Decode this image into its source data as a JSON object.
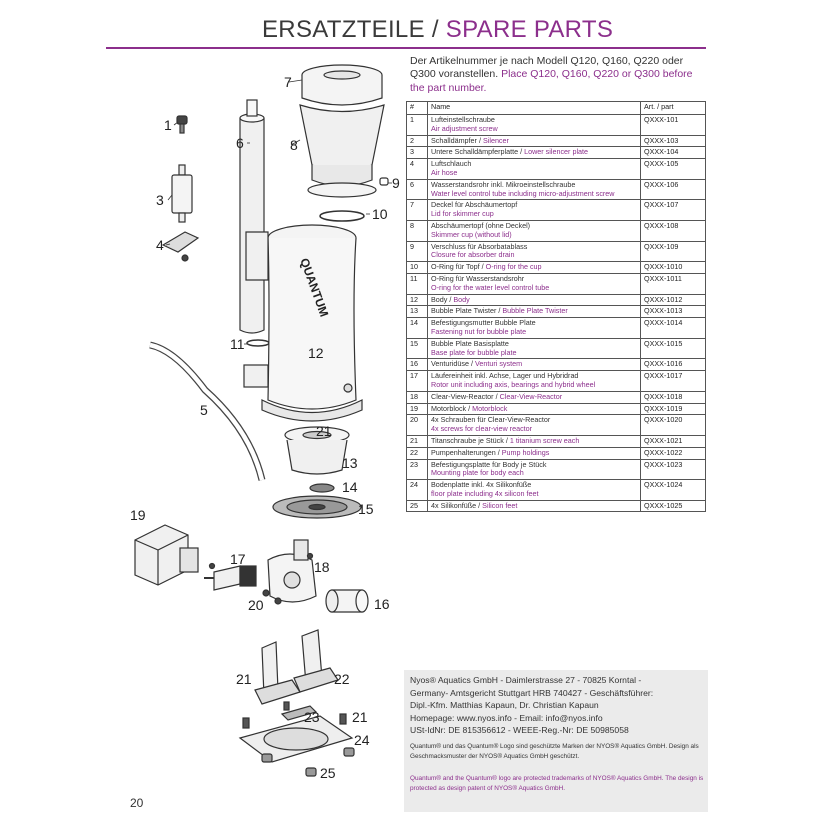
{
  "header": {
    "title_de": "ERSATZTEILE",
    "title_sep": " / ",
    "title_en": "SPARE PARTS"
  },
  "intro": {
    "de": "Der Artikelnummer je nach Modell Q120, Q160, Q220 oder Q300 voranstellen.",
    "en": "Place Q120, Q160, Q220 or Q300 before the part number."
  },
  "table": {
    "headers": {
      "num": "#",
      "name": "Name",
      "art": "Art. / part"
    },
    "rows": [
      {
        "num": "1",
        "de": "Lufteinstellschraube",
        "en": "Air adjustment screw",
        "inline": false,
        "art": "QXXX-101"
      },
      {
        "num": "2",
        "de": "Schalldämpfer",
        "en": "Silencer",
        "inline": true,
        "art": "QXXX-103"
      },
      {
        "num": "3",
        "de": "Untere Schalldämpferplatte",
        "en": "Lower silencer plate",
        "inline": true,
        "art": "QXXX-104"
      },
      {
        "num": "4",
        "de": "Luftschlauch",
        "en": "Air hose",
        "inline": false,
        "art": "QXXX-105"
      },
      {
        "num": "6",
        "de": "Wasserstandsrohr inkl. Mikroeinstellschraube",
        "en": "Water level control tube including micro-adjustment screw",
        "inline": false,
        "art": "QXXX-106"
      },
      {
        "num": "7",
        "de": "Deckel für Abschäumertopf",
        "en": "Lid for skimmer cup",
        "inline": false,
        "art": "QXXX-107"
      },
      {
        "num": "8",
        "de": "Abschäumertopf (ohne Deckel)",
        "en": "Skimmer cup (without lid)",
        "inline": false,
        "art": "QXXX-108"
      },
      {
        "num": "9",
        "de": "Verschluss für Absorbatablass",
        "en": "Closure for absorber drain",
        "inline": false,
        "art": "QXXX-109"
      },
      {
        "num": "10",
        "de": "O-Ring für Topf",
        "en": "O-ring for the cup",
        "inline": true,
        "art": "QXXX-1010"
      },
      {
        "num": "11",
        "de": "O-Ring für Wasserstandsrohr",
        "en": "O-ring for the water level control tube",
        "inline": false,
        "art": "QXXX-1011"
      },
      {
        "num": "12",
        "de": "Body",
        "en": "Body",
        "inline": true,
        "art": "QXXX-1012"
      },
      {
        "num": "13",
        "de": "Bubble Plate Twister",
        "en": "Bubble Plate Twister",
        "inline": true,
        "art": "QXXX-1013"
      },
      {
        "num": "14",
        "de": "Befestigungsmutter Bubble Plate",
        "en": "Fastening nut for bubble plate",
        "inline": false,
        "art": "QXXX-1014"
      },
      {
        "num": "15",
        "de": "Bubble Plate Basisplatte",
        "en": "Base plate for bubble plate",
        "inline": false,
        "art": "QXXX-1015"
      },
      {
        "num": "16",
        "de": "Venturidüse",
        "en": "Venturi system",
        "inline": true,
        "art": "QXXX-1016"
      },
      {
        "num": "17",
        "de": "Läufereinheit inkl. Achse, Lager und Hybridrad",
        "en": "Rotor unit including axis, bearings and hybrid wheel",
        "inline": false,
        "art": "QXXX-1017"
      },
      {
        "num": "18",
        "de": "Clear-View-Reactor",
        "en": "Clear-View-Reactor",
        "inline": true,
        "art": "QXXX-1018"
      },
      {
        "num": "19",
        "de": "Motorblock",
        "en": "Motorblock",
        "inline": true,
        "art": "QXXX-1019"
      },
      {
        "num": "20",
        "de": "4x Schrauben für Clear-View-Reactor",
        "en": "4x screws for clear-view reactor",
        "inline": false,
        "art": "QXXX-1020"
      },
      {
        "num": "21",
        "de": "Titanschraube je Stück",
        "en": "1 titanium screw each",
        "inline": true,
        "art": "QXXX-1021"
      },
      {
        "num": "22",
        "de": "Pumpenhalterungen",
        "en": "Pump holdings",
        "inline": true,
        "art": "QXXX-1022"
      },
      {
        "num": "23",
        "de": "Befestigungsplatte für Body je Stück",
        "en": "Mounting plate for body each",
        "inline": false,
        "art": "QXXX-1023"
      },
      {
        "num": "24",
        "de": "Bodenplatte inkl. 4x Silikonfüße",
        "en": "floor plate including 4x silicon feet",
        "inline": false,
        "art": "QXXX-1024"
      },
      {
        "num": "25",
        "de": "4x Silikonfüße",
        "en": "Silicon feet",
        "inline": true,
        "art": "QXXX-1025"
      }
    ]
  },
  "address": {
    "lines": [
      "Nyos® Aquatics GmbH - Daimlerstrasse 27 - 70825 Korntal -",
      "Germany- Amtsgericht Stuttgart HRB 740427 - Geschäftsführer:",
      "Dipl.-Kfm. Matthias Kapaun, Dr. Christian Kapaun",
      "Homepage: www.nyos.info - Email: info@nyos.info",
      "USt-IdNr: DE 815356612 - WEEE-Reg.-Nr: DE 50985058"
    ],
    "trademark_de": "Quantum® und das Quantum® Logo sind geschützte Marken der NYOS® Aquatics GmbH. Design als Geschmacksmuster der NYOS® Aquatics GmbH geschützt.",
    "trademark_en": "Quantum® and the Quantum® logo are protected trademarks of NYOS® Aquatics GmbH. The design is protected as design patent of NYOS® Aquatics GmbH."
  },
  "drawing": {
    "body_brand": "QUANTUM",
    "labels": [
      "1",
      "3",
      "4",
      "5",
      "6",
      "7",
      "8",
      "9",
      "10",
      "11",
      "12",
      "13",
      "14",
      "15",
      "16",
      "17",
      "18",
      "19",
      "20",
      "21",
      "21",
      "22",
      "23",
      "21",
      "24",
      "25"
    ]
  },
  "page": {
    "number": "20"
  }
}
